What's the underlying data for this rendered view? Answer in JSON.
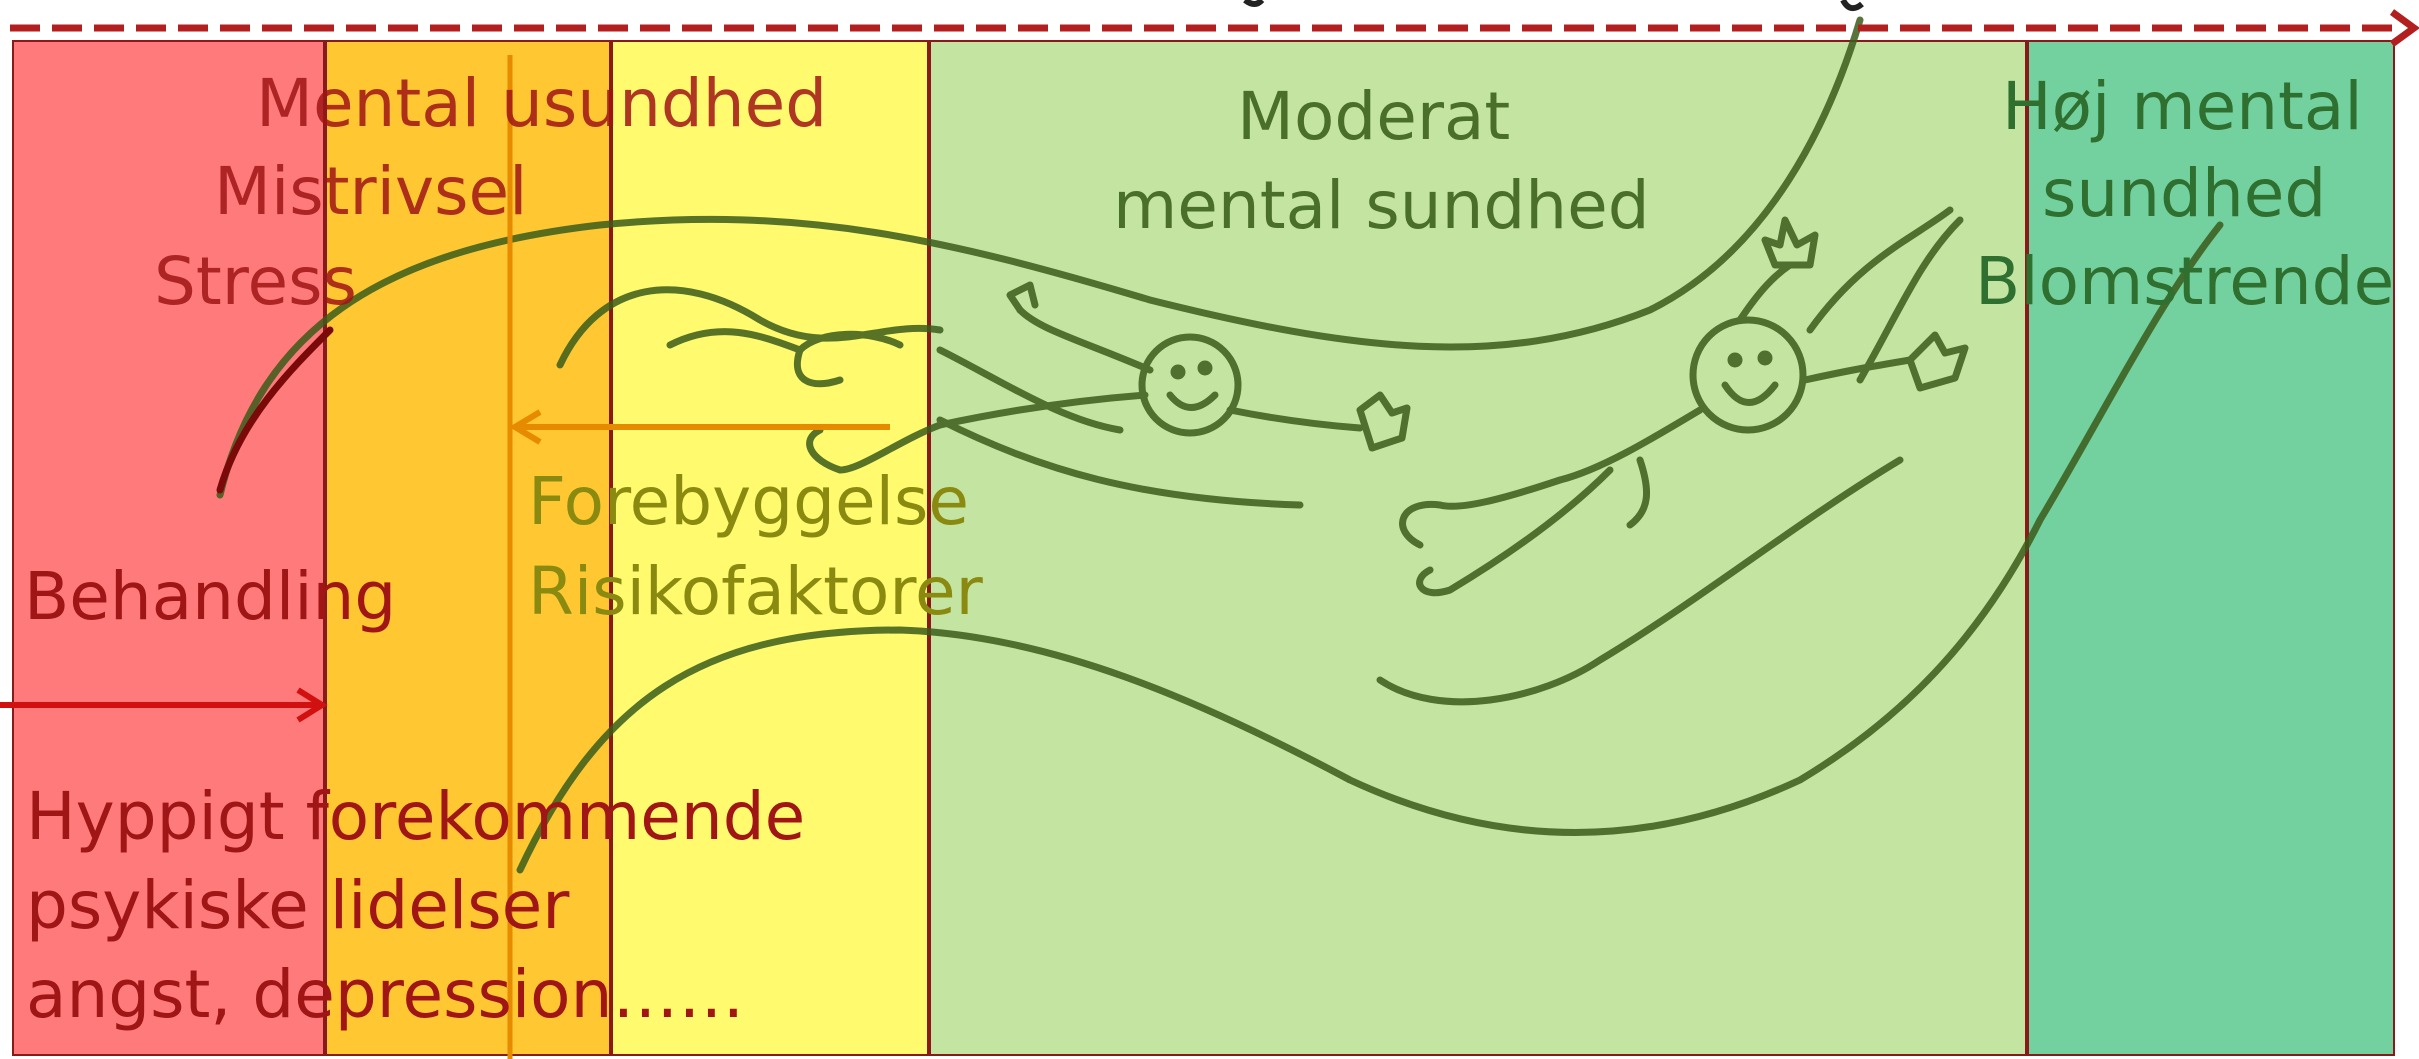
{
  "bands": [
    {
      "name": "red",
      "color": "#ff7b7b"
    },
    {
      "name": "orange",
      "color": "#ffc832"
    },
    {
      "name": "yellow",
      "color": "#fffa6e"
    },
    {
      "name": "light-green",
      "color": "#c4e4a1"
    },
    {
      "name": "green",
      "color": "#72d19e"
    }
  ],
  "labels": {
    "mental_usundhed": "Mental usundhed",
    "mistrivsel": "Mistrivsel",
    "stress": "Stress",
    "moderat": "Moderat",
    "moderat_line2": "mental sundhed",
    "hoej_line1": "Høj mental",
    "hoej_line2": "sundhed",
    "blomstrende": "Blomstrende",
    "forebyggelse": "Forebyggelse",
    "risikofaktorer": "Risikofaktorer",
    "behandling": "Behandling",
    "hyppigt_line1": "Hyppigt forekommende",
    "hyppigt_line2": "psykiske lidelser",
    "hyppigt_line3": "angst, depression……"
  },
  "colors": {
    "dark_red_text": "#a01515",
    "olive_text": "#8a8a10",
    "green_text": "#4a6f2a",
    "dark_green_text": "#0b6b32",
    "arrow_red": "#d11010",
    "arrow_orange": "#e68a00",
    "border_red": "#b31f1f",
    "ink": "#3b5c1a"
  }
}
